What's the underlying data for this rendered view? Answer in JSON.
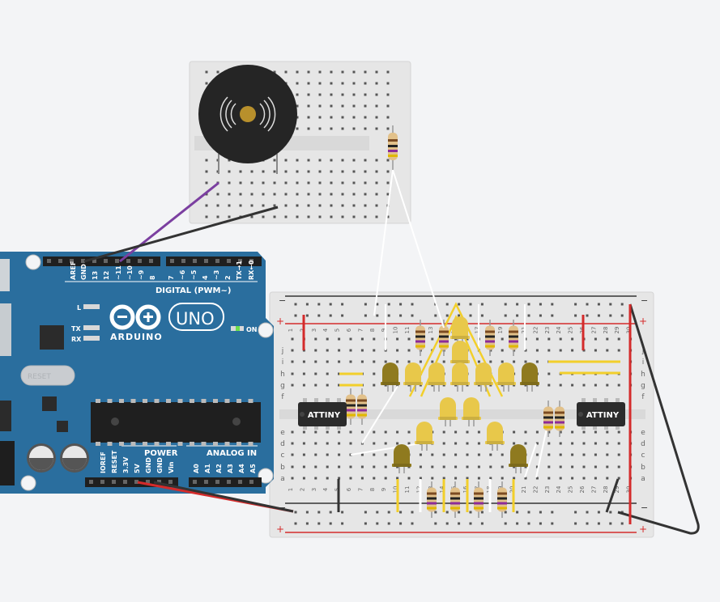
{
  "arduino": {
    "brand": "ARDUINO",
    "model": "UNO",
    "digital_header": "DIGITAL (PWM~)",
    "power_header": "POWER",
    "analog_header": "ANALOG IN",
    "on_label": "ON",
    "led_l": "L",
    "led_tx": "TX",
    "led_rx": "RX",
    "digital_pins": [
      "AREF",
      "GND",
      "13",
      "12",
      "~11",
      "~10",
      "~9",
      "8",
      "7",
      "~6",
      "~5",
      "4",
      "~3",
      "2",
      "TX→1",
      "RX←0"
    ],
    "power_pins": [
      "IOREF",
      "RESET",
      "3.3V",
      "5V",
      "GND",
      "GND",
      "Vin"
    ],
    "analog_pins": [
      "A0",
      "A1",
      "A2",
      "A3",
      "A4",
      "A5"
    ],
    "reset_label": "RESET"
  },
  "chips": [
    {
      "label": "ATTINY"
    },
    {
      "label": "ATTINY"
    }
  ],
  "breadboard": {
    "row_letters_top": [
      "j",
      "i",
      "h",
      "g",
      "f"
    ],
    "row_letters_bottom": [
      "e",
      "d",
      "c",
      "b",
      "a"
    ],
    "column_numbers": [
      "1",
      "2",
      "3",
      "4",
      "5",
      "6",
      "7",
      "8",
      "9",
      "10",
      "11",
      "12",
      "13",
      "14",
      "15",
      "16",
      "17",
      "18",
      "19",
      "20",
      "21",
      "22",
      "23",
      "24",
      "25",
      "26",
      "27",
      "28",
      "29",
      "30"
    ],
    "minus": "−",
    "plus": "+"
  },
  "colors": {
    "background": "#f3f4f6",
    "arduino_blue": "#2a6e9e",
    "breadboard": "#e4e4e4",
    "rail_red": "#d42b2b",
    "rail_black": "#333333",
    "wire_purple": "#7b3fa0",
    "wire_yellow": "#f2cf2b",
    "wire_white": "#ffffff",
    "led_yellow": "#e8c84a",
    "led_off": "#8f7a1f",
    "chip": "#2b2b2b",
    "buzzer": "#262626",
    "buzzer_center": "#b8902c"
  },
  "icons": {
    "buzzer": "buzzer-icon",
    "arduino_logo": "infinity-logo-icon"
  }
}
